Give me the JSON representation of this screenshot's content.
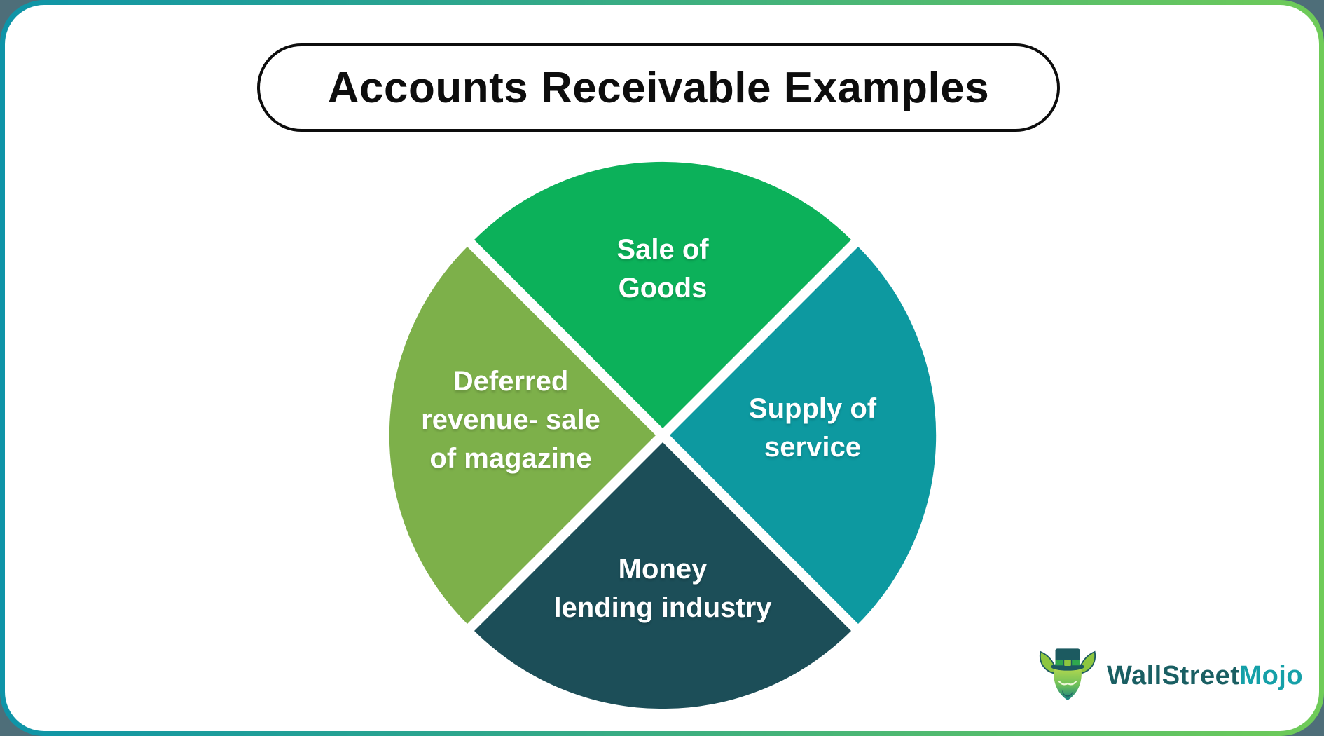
{
  "title": "Accounts Receivable Examples",
  "theme": {
    "outside_background": "#4e6e79",
    "border_gradient_start": "#0e94a8",
    "border_gradient_end": "#6fcb58",
    "card_background": "#ffffff",
    "title_color": "#0d0d0d",
    "label_text_color": "#ffffff"
  },
  "chart_data": {
    "type": "pie",
    "title": "Accounts Receivable Examples",
    "legend_position": "none",
    "slices": [
      {
        "label": "Sale of\nGoods",
        "position": "top",
        "color": "#0cb15a"
      },
      {
        "label": "Supply of\nservice",
        "position": "right",
        "color": "#0d99a0"
      },
      {
        "label": "Money\nlending industry",
        "position": "bottom",
        "color": "#1c4e58"
      },
      {
        "label": "Deferred\nrevenue- sale\nof magazine",
        "position": "left",
        "color": "#7db04a"
      }
    ]
  },
  "logo": {
    "brand_part1": "WallStreet",
    "brand_part2": "Mojo",
    "part1_color": "#1a5f63",
    "part2_color": "#15a0a8",
    "icon": "bull-mascot-with-top-hat"
  }
}
